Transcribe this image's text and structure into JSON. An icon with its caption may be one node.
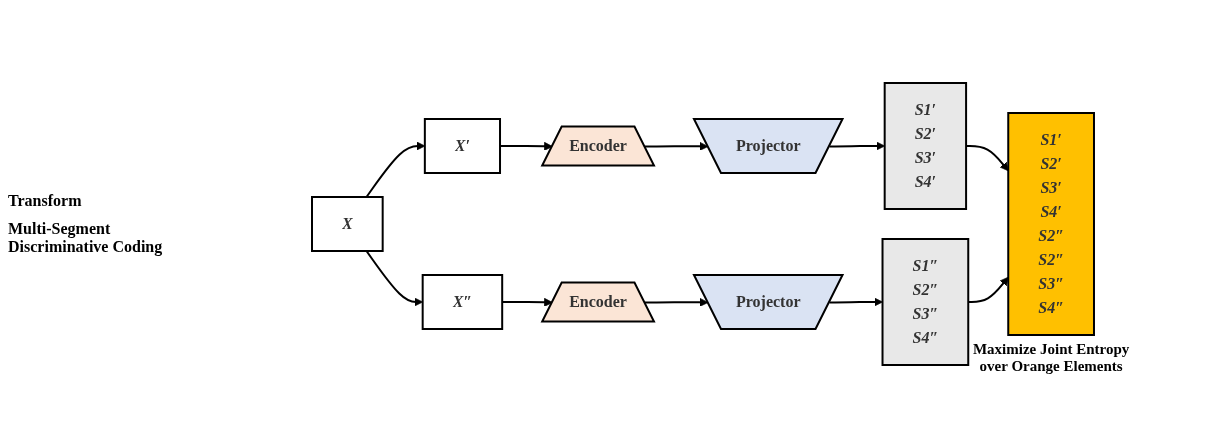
{
  "diagram": {
    "nodes": [
      {
        "text": [
          "X"
        ]
      },
      {
        "text": [
          "X′"
        ]
      },
      {
        "text": [
          "Encoder"
        ]
      },
      {
        "text": [
          "Projector"
        ]
      },
      {
        "text": [
          "S1′",
          "S2′",
          "S3′",
          "S4′"
        ]
      },
      {
        "text": [
          "X″"
        ]
      },
      {
        "text": [
          "Encoder"
        ]
      },
      {
        "text": [
          "Projector"
        ]
      },
      {
        "text": [
          "S1″",
          "S2″",
          "S3″",
          "S4″"
        ]
      },
      {
        "text": [
          "S1′",
          "S2′",
          "S3′",
          "S4′",
          "S2″",
          "S2″",
          "S3″",
          "S4″"
        ],
        "beside": [
          "Maximize Joint Entropy over Orange Elements"
        ]
      }
    ],
    "edges": [
      {
        "from": 0,
        "to": 1,
        "arrow": "to"
      },
      {
        "from": 0,
        "to": 5,
        "arrow": "to"
      },
      {
        "from": 1,
        "to": 2,
        "arrow": "to"
      },
      {
        "from": 2,
        "to": 3,
        "arrow": "to"
      },
      {
        "from": 3,
        "to": 4,
        "arrow": "to"
      },
      {
        "from": 5,
        "to": 6,
        "arrow": "to"
      },
      {
        "from": 6,
        "to": 7,
        "arrow": "to"
      },
      {
        "from": 7,
        "to": 8,
        "arrow": "to"
      },
      {
        "from": 4,
        "to": 9,
        "arrow": "to"
      },
      {
        "from": 8,
        "to": 9,
        "arrow": "to"
      }
    ],
    "labels": [
      "Transform",
      "Multi-Segment Discriminative Coding"
    ]
  }
}
